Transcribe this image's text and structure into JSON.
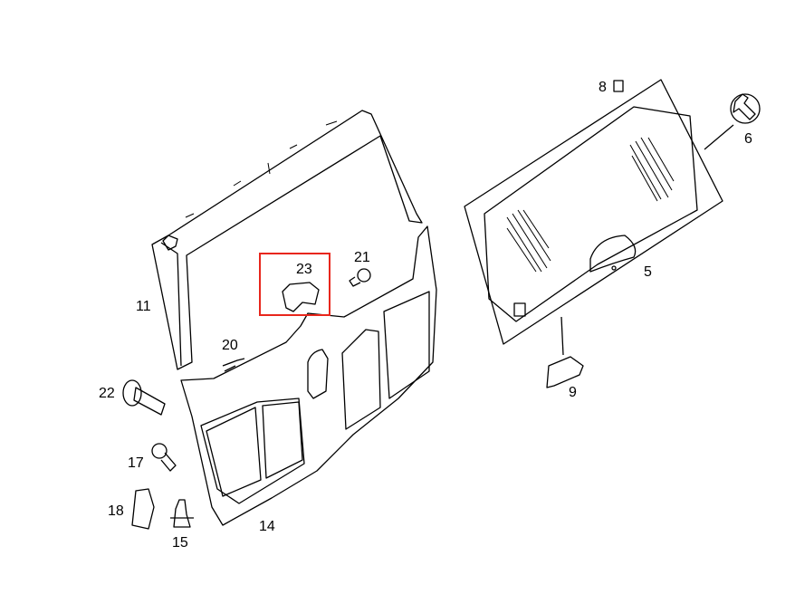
{
  "diagram": {
    "highlight_color": "#e8261c",
    "parts": [
      {
        "number": "5",
        "name": "rear-window-glass"
      },
      {
        "number": "6",
        "name": "wrench-icon"
      },
      {
        "number": "8",
        "name": "clip"
      },
      {
        "number": "9",
        "name": "cover"
      },
      {
        "number": "11",
        "name": "side-trim"
      },
      {
        "number": "14",
        "name": "tailgate-trim-panel"
      },
      {
        "number": "15",
        "name": "expanding-rivet"
      },
      {
        "number": "17",
        "name": "screw-with-washer"
      },
      {
        "number": "18",
        "name": "clip-nut"
      },
      {
        "number": "20",
        "name": "push-clip"
      },
      {
        "number": "21",
        "name": "button-clip"
      },
      {
        "number": "22",
        "name": "bolt"
      },
      {
        "number": "23",
        "name": "cover-cap",
        "highlighted": true
      }
    ]
  }
}
